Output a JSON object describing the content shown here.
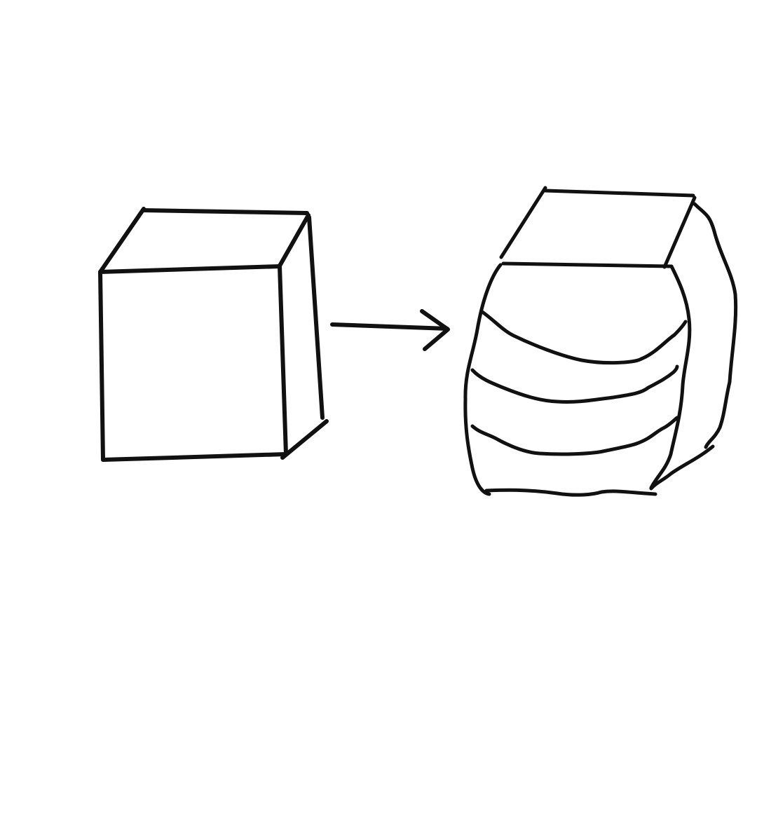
{
  "sketch": {
    "background_color": "#ffffff",
    "ink_color": "#111111",
    "left_figure": {
      "kind": "box",
      "style": "straight-edged cube"
    },
    "connector": {
      "kind": "arrow",
      "direction": "right"
    },
    "right_figure": {
      "kind": "box",
      "style": "bulging, deformed cube with horizontal wavy bands"
    }
  }
}
